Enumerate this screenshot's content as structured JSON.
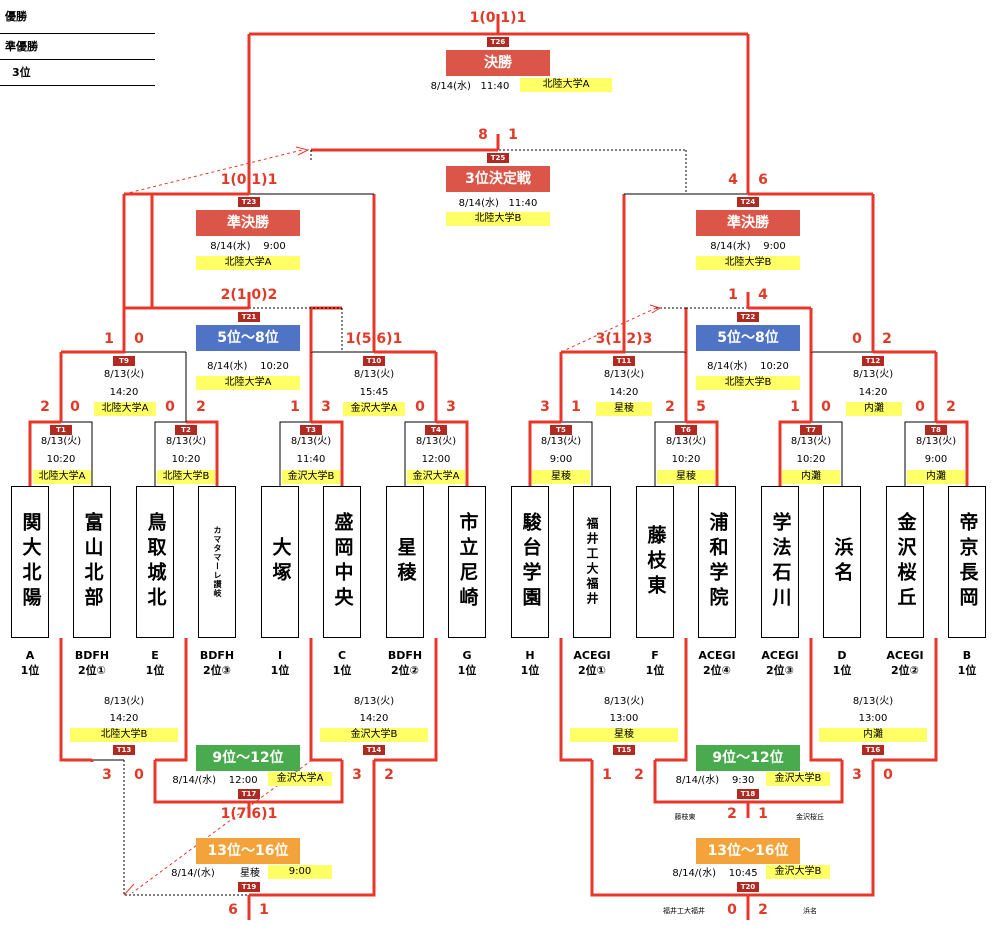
{
  "ranks": [
    {
      "label": "優勝"
    },
    {
      "label": "準優勝"
    },
    {
      "label": "3位"
    }
  ],
  "teams": [
    {
      "name": "関大北陽",
      "seed_group": "A",
      "seed_rank": "1位"
    },
    {
      "name": "富山北部",
      "seed_group": "BDFH",
      "seed_rank": "2位①"
    },
    {
      "name": "鳥取城北",
      "seed_group": "E",
      "seed_rank": "1位"
    },
    {
      "name": "カマタマーレ讃岐",
      "seed_group": "BDFH",
      "seed_rank": "2位③"
    },
    {
      "name": "大塚",
      "seed_group": "I",
      "seed_rank": "1位"
    },
    {
      "name": "盛岡中央",
      "seed_group": "C",
      "seed_rank": "1位"
    },
    {
      "name": "星稜",
      "seed_group": "BDFH",
      "seed_rank": "2位②"
    },
    {
      "name": "市立尼崎",
      "seed_group": "G",
      "seed_rank": "1位"
    },
    {
      "name": "駿台学園",
      "seed_group": "H",
      "seed_rank": "1位"
    },
    {
      "name": "福井工大福井",
      "seed_group": "ACEGI",
      "seed_rank": "2位①"
    },
    {
      "name": "藤枝東",
      "seed_group": "F",
      "seed_rank": "1位"
    },
    {
      "name": "浦和学院",
      "seed_group": "ACEGI",
      "seed_rank": "2位④"
    },
    {
      "name": "学法石川",
      "seed_group": "ACEGI",
      "seed_rank": "2位③"
    },
    {
      "name": "浜名",
      "seed_group": "D",
      "seed_rank": "1位"
    },
    {
      "name": "金沢桜丘",
      "seed_group": "ACEGI",
      "seed_rank": "2位②"
    },
    {
      "name": "帝京長岡",
      "seed_group": "B",
      "seed_rank": "1位"
    }
  ],
  "matches": {
    "T1": {
      "id": "T1",
      "date": "8/13(火)",
      "time": "10:20",
      "venue": "北陸大学A",
      "score_l": "2",
      "score_r": "0"
    },
    "T2": {
      "id": "T2",
      "date": "8/13(火)",
      "time": "10:20",
      "venue": "北陸大学B",
      "score_l": "0",
      "score_r": "2"
    },
    "T3": {
      "id": "T3",
      "date": "8/13(火)",
      "time": "11:40",
      "venue": "金沢大学B",
      "score_l": "1",
      "score_r": "3"
    },
    "T4": {
      "id": "T4",
      "date": "8/13(火)",
      "time": "12:00",
      "venue": "金沢大学A",
      "score_l": "0",
      "score_r": "3"
    },
    "T5": {
      "id": "T5",
      "date": "8/13(火)",
      "time": "9:00",
      "venue": "星稜",
      "score_l": "3",
      "score_r": "1"
    },
    "T6": {
      "id": "T6",
      "date": "8/13(火)",
      "time": "10:20",
      "venue": "星稜",
      "score_l": "2",
      "score_r": "5"
    },
    "T7": {
      "id": "T7",
      "date": "8/13(火)",
      "time": "10:20",
      "venue": "内灘",
      "score_l": "1",
      "score_r": "0"
    },
    "T8": {
      "id": "T8",
      "date": "8/13(火)",
      "time": "9:00",
      "venue": "内灘",
      "score_l": "0",
      "score_r": "2"
    },
    "T9": {
      "id": "T9",
      "date": "8/13(火)",
      "time": "14:20",
      "venue": "北陸大学A",
      "score_l": "1",
      "score_r": "0"
    },
    "T10": {
      "id": "T10",
      "date": "8/13(火)",
      "time": "15:45",
      "venue": "金沢大学A",
      "score": "1(5 6)1"
    },
    "T11": {
      "id": "T11",
      "date": "8/13(火)",
      "time": "14:20",
      "venue": "星稜",
      "score": "3(1 2)3"
    },
    "T12": {
      "id": "T12",
      "date": "8/13(火)",
      "time": "14:20",
      "venue": "内灘",
      "score_l": "0",
      "score_r": "2"
    },
    "T13": {
      "id": "T13",
      "date": "8/13(火)",
      "time": "14:20",
      "venue": "北陸大学B",
      "score_l": "3",
      "score_r": "0"
    },
    "T14": {
      "id": "T14",
      "date": "8/13(火)",
      "time": "14:20",
      "venue": "金沢大学B",
      "score_l": "3",
      "score_r": "2"
    },
    "T15": {
      "id": "T15",
      "date": "8/13(火)",
      "time": "13:00",
      "venue": "星稜",
      "score_l": "1",
      "score_r": "2"
    },
    "T16": {
      "id": "T16",
      "date": "8/13(火)",
      "time": "13:00",
      "venue": "内灘",
      "score_l": "3",
      "score_r": "0"
    },
    "T17": {
      "id": "T17",
      "title": "9位～12位",
      "date": "8/14/(水)",
      "time": "12:00",
      "venue": "金沢大学A",
      "score": "1(7 6)1"
    },
    "T18": {
      "id": "T18",
      "title": "9位～12位",
      "date": "8/14/(水)",
      "time": "9:30",
      "venue": "金沢大学B",
      "score_l": "2",
      "score_r": "1",
      "team_l": "藤枝東",
      "team_r": "金沢桜丘"
    },
    "T19": {
      "id": "T19",
      "title": "13位～16位",
      "date": "8/14/(水)",
      "time": "9:00",
      "venue": "星稜",
      "score_l": "6",
      "score_r": "1"
    },
    "T20": {
      "id": "T20",
      "title": "13位～16位",
      "date": "8/14/(水)",
      "time": "10:45",
      "venue": "金沢大学B",
      "score_l": "0",
      "score_r": "2",
      "team_l": "福井工大福井",
      "team_r": "浜名"
    },
    "T21": {
      "id": "T21",
      "title": "5位～8位",
      "date": "8/14(水)",
      "time": "10:20",
      "venue": "北陸大学A",
      "score": "2(1 0)2"
    },
    "T22": {
      "id": "T22",
      "title": "5位～8位",
      "date": "8/14(水)",
      "time": "10:20",
      "venue": "北陸大学B",
      "score_l": "1",
      "score_r": "4"
    },
    "T23": {
      "id": "T23",
      "title": "準決勝",
      "date": "8/14(水)",
      "time": "9:00",
      "venue": "北陸大学A",
      "score": "1(0 1)1"
    },
    "T24": {
      "id": "T24",
      "title": "準決勝",
      "date": "8/14(水)",
      "time": "9:00",
      "venue": "北陸大学B",
      "score_l": "4",
      "score_r": "6"
    },
    "T25": {
      "id": "T25",
      "title": "3位決定戦",
      "date": "8/14(水)",
      "time": "11:40",
      "venue": "北陸大学B",
      "score_l": "8",
      "score_r": "1"
    },
    "T26": {
      "id": "T26",
      "title": "決勝",
      "date": "8/14(水)",
      "time": "11:40",
      "venue": "北陸大学A",
      "score": "1(0 1)1"
    }
  },
  "colors": {
    "win_line": "#e8372a",
    "lose_line": "#000000",
    "header_red": "#db5648",
    "header_blue": "#4f74c6",
    "header_green": "#4aaa4e",
    "header_orange": "#f3a33a",
    "venue_yellow": "#ffff66"
  }
}
